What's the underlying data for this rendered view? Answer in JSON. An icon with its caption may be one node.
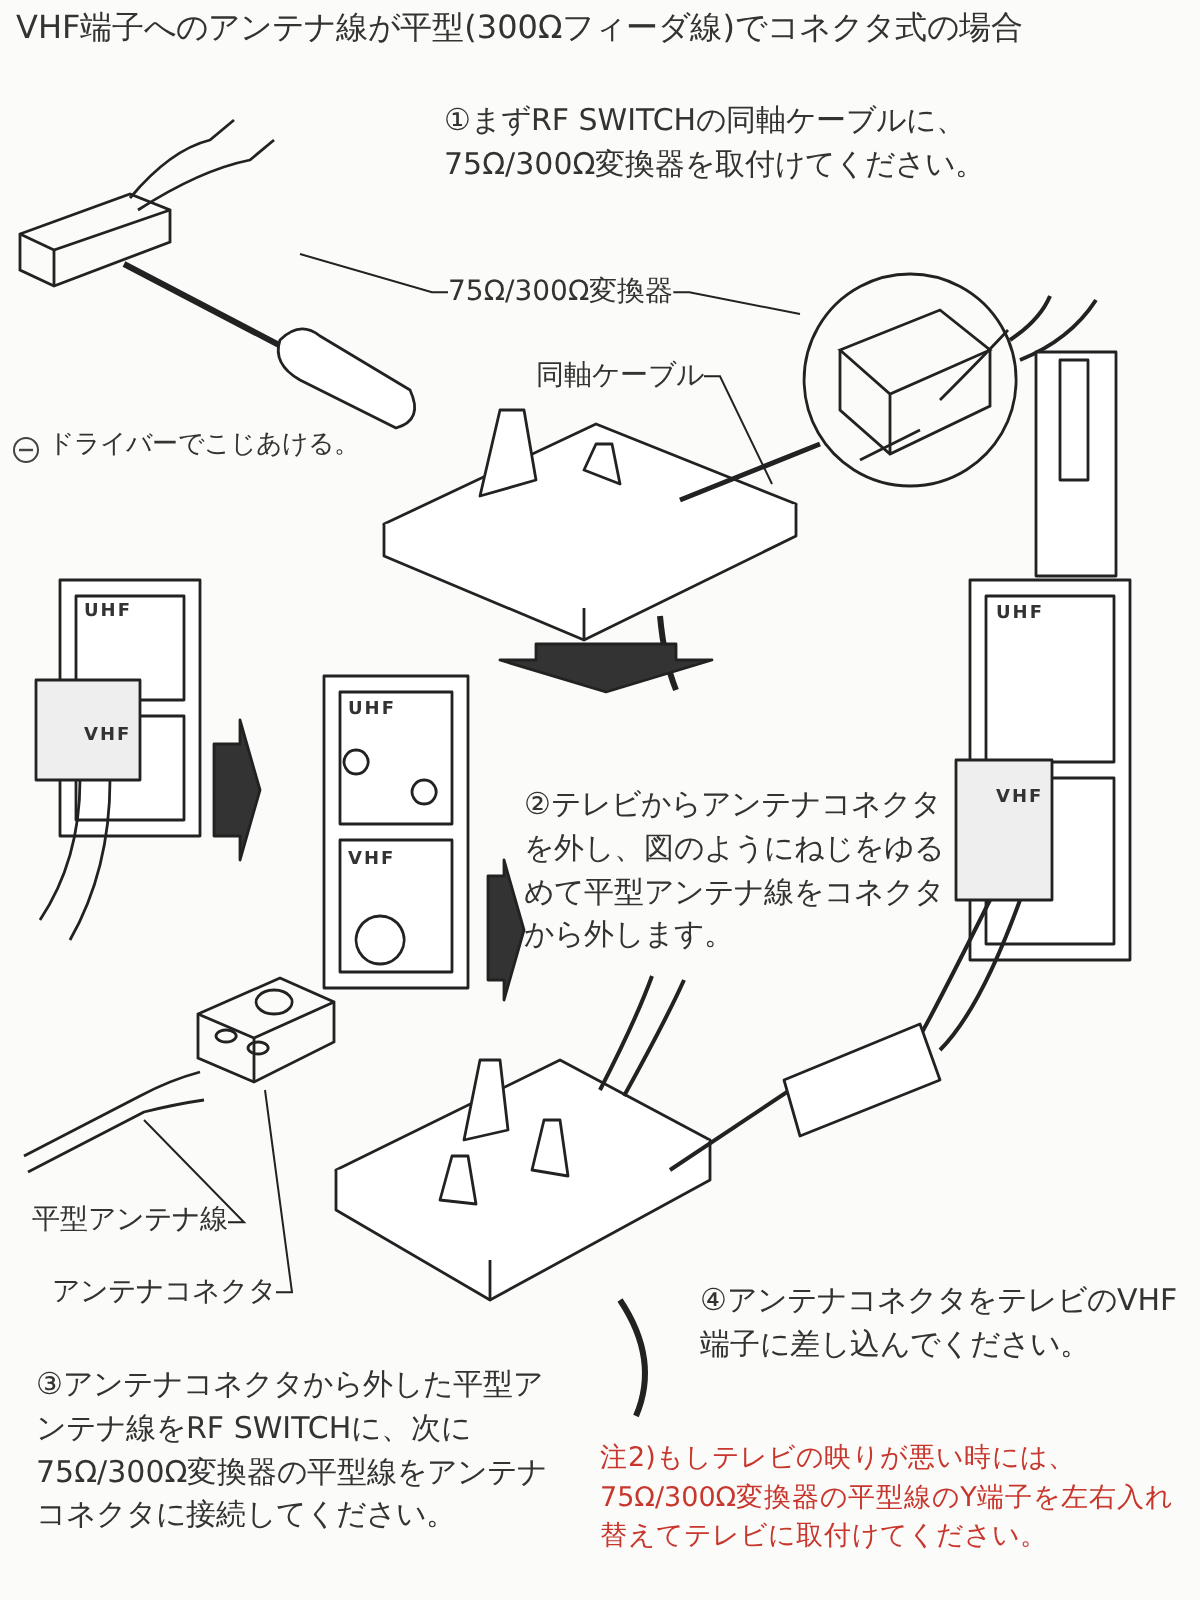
{
  "diagram": {
    "title": "VHF端子へのアンテナ線が平型(300Ωフィーダ線)でコネクタ式の場合",
    "nodes": [
      {
        "text": [
          "75Ω/300Ω変換器"
        ]
      },
      {
        "text": [],
        "shape": "picture"
      },
      {
        "text": [],
        "shape": "picture"
      },
      {
        "text": [
          "同軸ケーブル"
        ]
      },
      {
        "text": [
          "平型アンテナ線"
        ]
      },
      {
        "text": [
          "アンテナコネクタ"
        ]
      },
      {
        "text": [],
        "shape": "picture"
      }
    ],
    "edges": [
      {
        "from": 0,
        "to": 1,
        "arrow": "none"
      },
      {
        "from": 0,
        "to": 2,
        "arrow": "none"
      },
      {
        "from": 3,
        "to": null,
        "arrow": "none"
      },
      {
        "from": 4,
        "to": null,
        "arrow": "none"
      },
      {
        "from": 5,
        "to": 6,
        "arrow": "none"
      }
    ],
    "labels": [
      "①まずRF SWITCHの同軸ケーブルに、75Ω/300Ω変換器を取付けてください。",
      "ドライバーでこじあける。",
      "UHF",
      "VHF",
      "UHF",
      "VHF",
      "UHF",
      "VHF",
      "②テレビからアンテナコネクタを外し、図のようにねじをゆるめて平型アンテナ線をコネクタから外します。",
      "④アンテナコネクタをテレビのVHF端子に差し込んでください。",
      "③アンテナコネクタから外した平型アンテナ線をRF SWITCHに、次に75Ω/300Ω変換器の平型線をアンテナコネクタに接続してください。",
      "注2)もしテレビの映りが悪い時には、75Ω/300Ω変換器の平型線のY端子を左右入れ替えてテレビに取付けてください。"
    ]
  }
}
